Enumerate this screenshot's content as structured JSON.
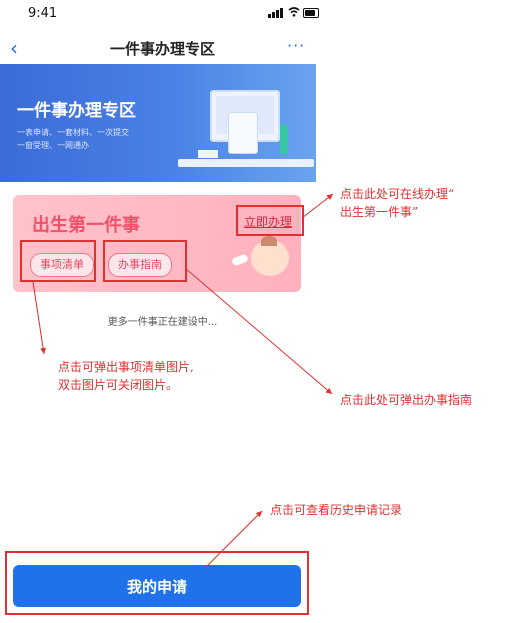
{
  "status_bar": {
    "time": "9:41"
  },
  "nav": {
    "back_icon": "‹",
    "title": "一件事办理专区",
    "more_icon": "···"
  },
  "banner": {
    "title": "一件事办理专区",
    "subtitle_line1": "一表申请、一套材料、一次提交",
    "subtitle_line2": "一窗受理、一网通办"
  },
  "card": {
    "title": "出生第一件事",
    "apply_link": "立即办理",
    "items_button": "事项清单",
    "guide_button": "办事指南"
  },
  "more_text": "更多一件事正在建设中...",
  "primary_button": "我的申请",
  "annotations": {
    "apply_line1": "点击此处可在线办理“",
    "apply_line2": "出生第一件事”",
    "list_line1": "点击可弹出事项清单图片,",
    "list_line2": "双击图片可关闭图片。",
    "guide": "点击此处可弹出办事指南",
    "history": "点击可查看历史申请记录"
  },
  "colors": {
    "accent": "#1f72ea",
    "annotation": "#e23030",
    "card_title": "#f2506a"
  }
}
